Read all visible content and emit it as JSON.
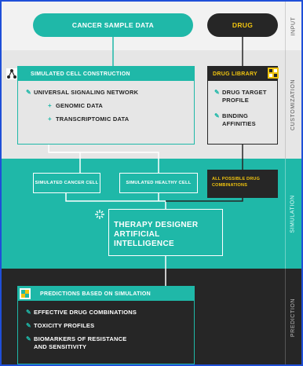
{
  "stages": {
    "input": "INPUT",
    "customization": "CUSTOMIZATION",
    "simulation": "SIMULATION",
    "prediction": "PREDICTION"
  },
  "inputs": {
    "cancer_sample": "CANCER SAMPLE DATA",
    "drug": "DRUG"
  },
  "cell_construction": {
    "title": "SIMULATED CELL CONSTRUCTION",
    "network": "UNIVERSAL SIGNALING NETWORK",
    "genomic": "GENOMIC DATA",
    "transcriptomic": "TRANSCRIPTOMIC DATA"
  },
  "drug_library": {
    "title": "DRUG LIBRARY",
    "target_1": "DRUG TARGET",
    "target_2": "PROFILE",
    "binding_1": "BINDING",
    "binding_2": "AFFINITIES"
  },
  "simulation": {
    "cancer_cell": "SIMULATED CANCER CELL",
    "healthy_cell": "SIMULATED HEALTHY CELL",
    "combos_1": "ALL POSSIBLE DRUG",
    "combos_2": "COMBINATIONS",
    "ai_1": "THERAPY DESIGNER",
    "ai_2": "ARTIFICIAL INTELLIGENCE"
  },
  "predictions": {
    "title": "PREDICTIONS BASED ON SIMULATION",
    "effective": "EFFECTIVE DRUG COMBINATIONS",
    "toxicity": "TOXICITY PROFILES",
    "biomarkers_1": "BIOMARKERS OF RESISTANCE",
    "biomarkers_2": "AND SENSITIVITY"
  },
  "colors": {
    "teal": "#1fb8a8",
    "dark": "#262626",
    "yellow": "#f1c40f",
    "frame": "#1f4fd8"
  }
}
